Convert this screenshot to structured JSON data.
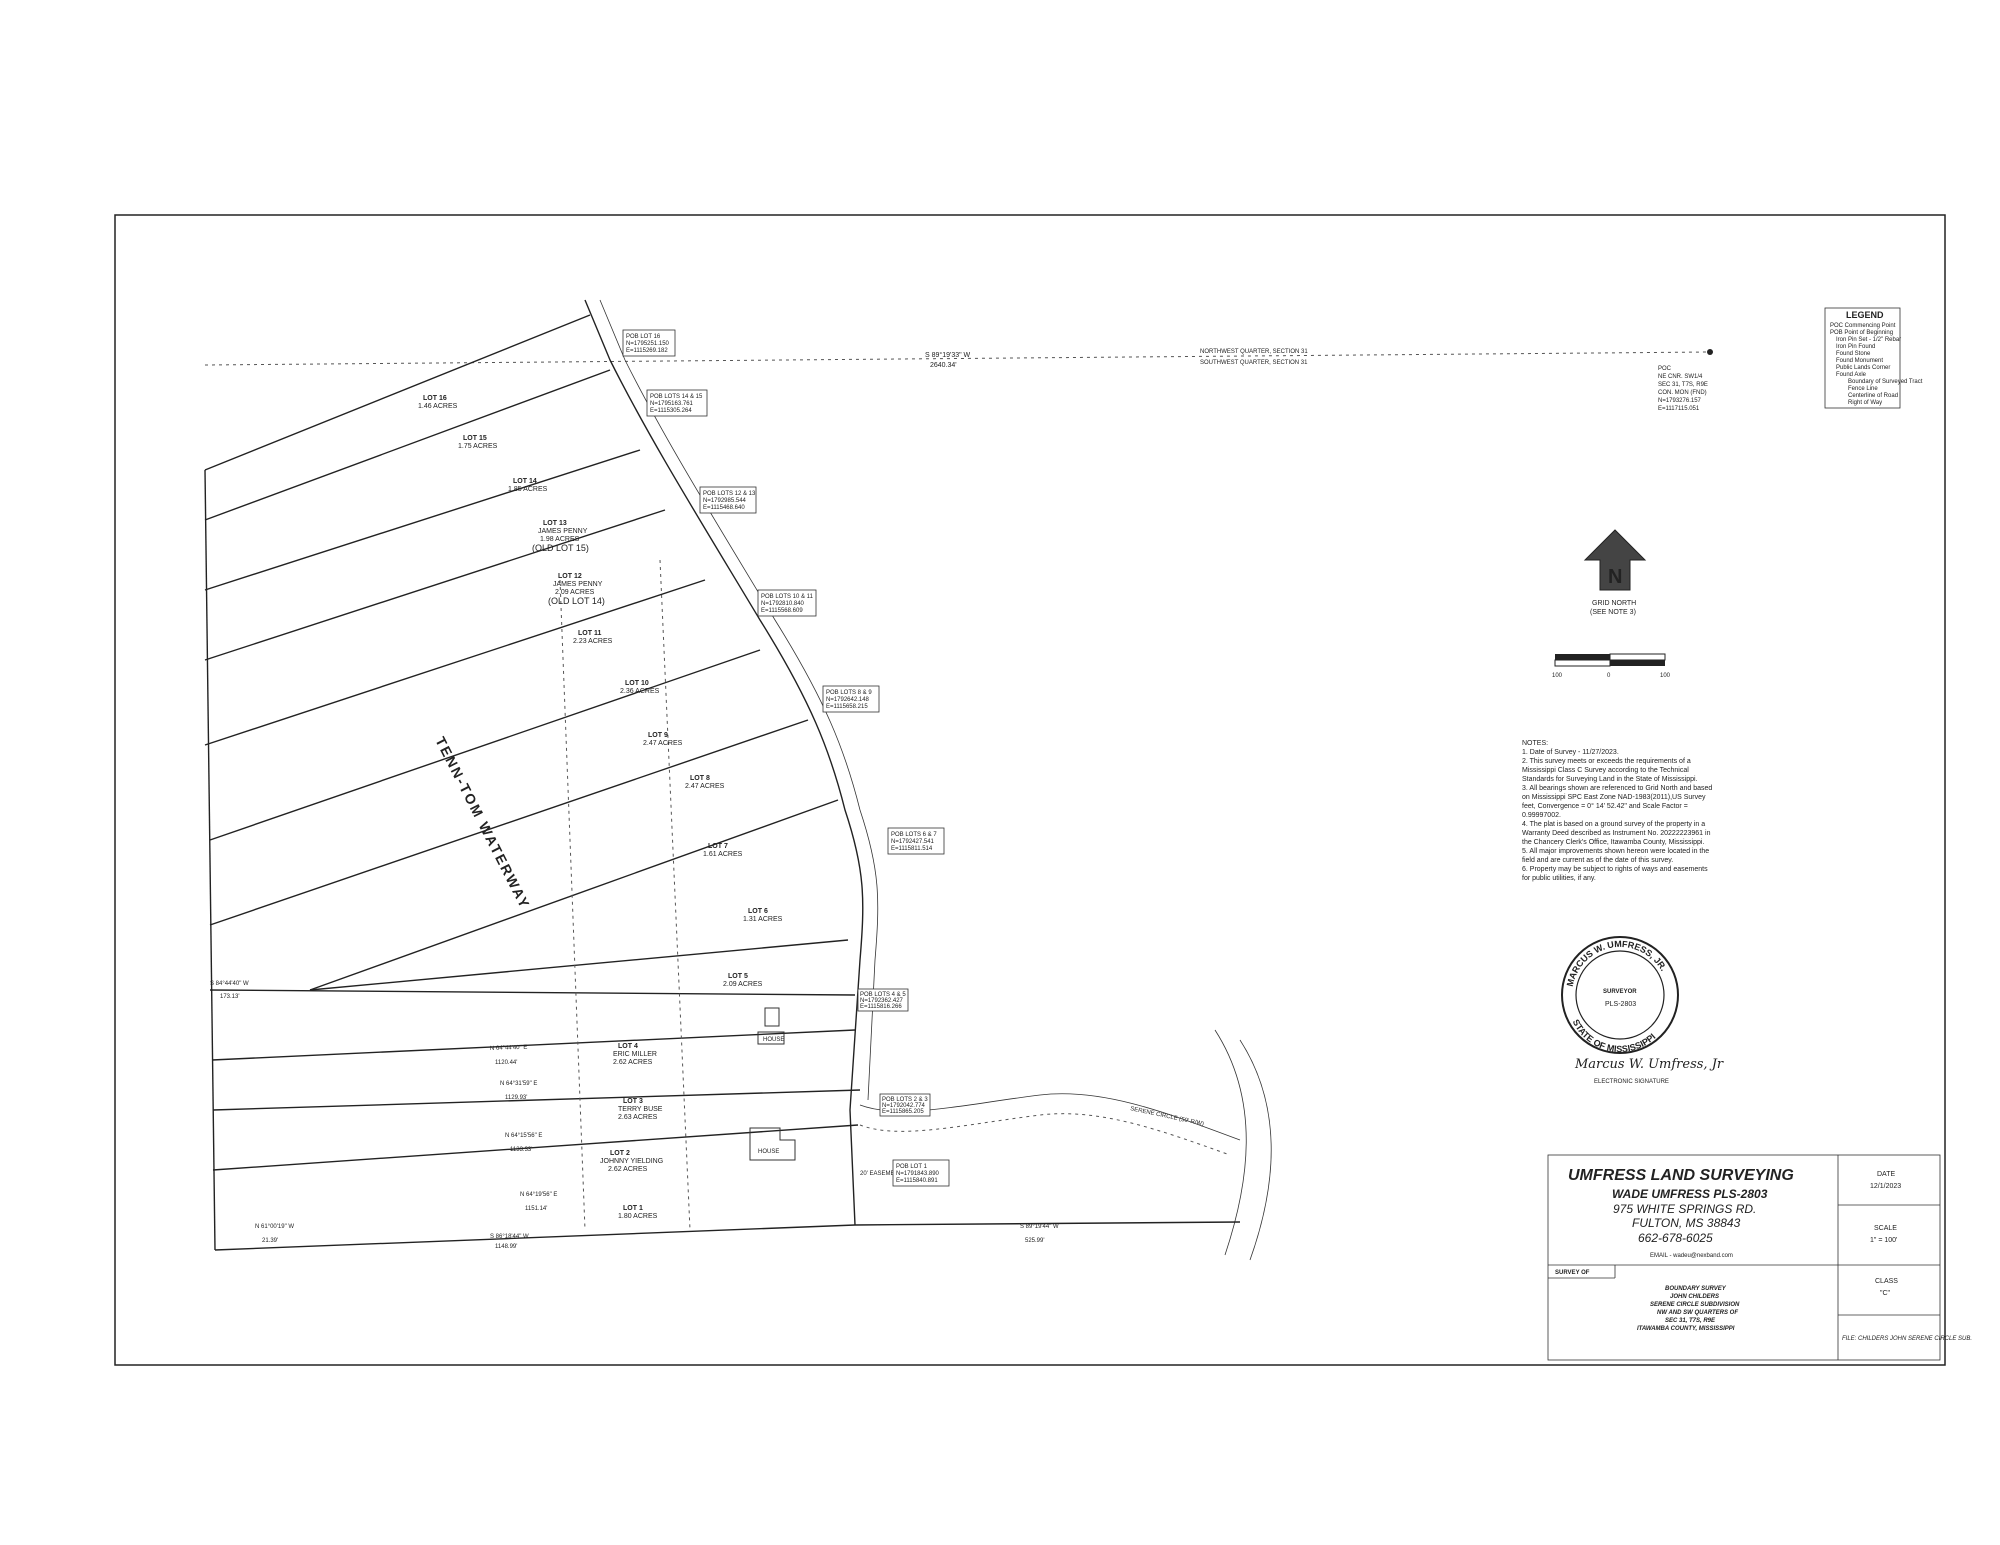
{
  "title_block": {
    "company": "UMFRESS LAND SURVEYING",
    "surveyor": "WADE UMFRESS PLS-2803",
    "address1": "975 WHITE SPRINGS RD.",
    "address2": "FULTON, MS 38843",
    "phone": "662-678-6025",
    "email": "EMAIL - wadeu@nexband.com",
    "survey_of_label": "SURVEY OF",
    "description": [
      "BOUNDARY SURVEY",
      "JOHN CHILDERS",
      "SERENE CIRCLE SUBDIVISION",
      "NW AND SW QUARTERS OF",
      "SEC 31, T7S, R9E",
      "ITAWAMBA COUNTY, MISSISSIPPI"
    ],
    "date_label": "DATE",
    "date": "12/1/2023",
    "scale_label": "SCALE",
    "scale": "1\" = 100'",
    "class_label": "CLASS",
    "class": "\"C\"",
    "file": "FILE: CHILDERS JOHN SERENE CIRCLE SUB."
  },
  "legend": {
    "title": "LEGEND",
    "items": [
      "POC Commencing Point",
      "POB Point of Beginning",
      "Iron Pin Set - 1/2\" Rebar",
      "Iron Pin Found",
      "Found Stone",
      "Found Monument",
      "Public Lands Corner",
      "Found Axle",
      "Boundary of Surveyed Tract",
      "Fence Line",
      "Centerline of Road",
      "Right of Way"
    ]
  },
  "north_arrow": {
    "letter": "N",
    "label1": "GRID NORTH",
    "label2": "(SEE NOTE 3)"
  },
  "scale_bar": {
    "labels": [
      "100",
      "0",
      "100"
    ]
  },
  "notes": {
    "title": "NOTES:",
    "lines": [
      "1. Date of Survey - 11/27/2023.",
      "2. This survey meets or exceeds the requirements of a",
      "Mississippi Class C Survey according to the Technical",
      "Standards for Surveying Land in the State of Mississippi.",
      "3. All bearings shown are referenced to Grid North and based",
      "on Mississippi SPC East Zone NAD-1983(2011),US Survey",
      "feet, Convergence = 0° 14' 52.42\" and Scale Factor =",
      "0.99997002.",
      "4. The plat is based on a ground survey of the property in a",
      "Warranty Deed described as Instrument No. 20222223961 in",
      "the Chancery Clerk's Office, Itawamba County, Mississippi.",
      "5. All major improvements shown hereon were located in the",
      "field and are current as of the date of this survey.",
      "6. Property may be subject to rights of ways and easements",
      "for public utilities, if any."
    ]
  },
  "seal": {
    "name": "MARCUS W. UMFRESS, JR.",
    "state": "STATE OF MISSISSIPPI",
    "role": "SURVEYOR",
    "license": "PLS-2803",
    "signature": "Marcus W. Umfress, Jr",
    "sig_label": "ELECTRONIC SIGNATURE"
  },
  "section_line": {
    "bearing": "S 89°19'33\" W",
    "distance": "2640.34'",
    "north_label": "NORTHWEST QUARTER, SECTION 31",
    "south_label": "SOUTHWEST QUARTER, SECTION 31"
  },
  "poc": [
    "POC",
    "NE CNR. SW1/4",
    "SEC 31, T7S, R9E",
    "CON. MON (FND)",
    "N=1793276.157",
    "E=1117115.051"
  ],
  "pob_boxes": [
    [
      "POB LOT 16",
      "N=1795251.150",
      "E=1115269.182"
    ],
    [
      "POB LOTS 14 & 15",
      "N=1795163.761",
      "E=1115305.264"
    ],
    [
      "POB LOTS 12 & 13",
      "N=1792985.544",
      "E=1115468.640"
    ],
    [
      "POB LOTS 10 & 11",
      "N=1792810.840",
      "E=1115568.609"
    ],
    [
      "POB LOTS 8 & 9",
      "N=1792642.148",
      "E=1115658.215"
    ],
    [
      "POB LOTS 6 & 7",
      "N=1792427.541",
      "E=1115811.514"
    ],
    [
      "POB LOTS 4 & 5",
      "N=1792362.427",
      "E=1115816.266"
    ],
    [
      "POB LOTS 2 & 3",
      "N=1792042.774",
      "E=1115865.205"
    ],
    [
      "POB LOT 1",
      "N=1791843.890",
      "E=1115840.891"
    ]
  ],
  "lots": [
    [
      "LOT 16",
      "1.46 ACRES"
    ],
    [
      "LOT 15",
      "1.75 ACRES"
    ],
    [
      "LOT 14",
      "1.85 ACRES"
    ],
    [
      "LOT 13",
      "JAMES PENNY",
      "1.98 ACRES",
      "(OLD LOT 15)"
    ],
    [
      "LOT 12",
      "JAMES PENNY",
      "2.09 ACRES",
      "(OLD LOT 14)"
    ],
    [
      "LOT 11",
      "2.23 ACRES"
    ],
    [
      "LOT 10",
      "2.36 ACRES"
    ],
    [
      "LOT 9",
      "2.47 ACRES"
    ],
    [
      "LOT 8",
      "2.47 ACRES"
    ],
    [
      "LOT 7",
      "1.61 ACRES"
    ],
    [
      "LOT 6",
      "1.31 ACRES"
    ],
    [
      "LOT 5",
      "2.09 ACRES"
    ],
    [
      "LOT 4",
      "ERIC MILLER",
      "2.62 ACRES"
    ],
    [
      "LOT 3",
      "TERRY BUSE",
      "2.63 ACRES"
    ],
    [
      "LOT 2",
      "JOHNNY YIELDING",
      "2.62 ACRES"
    ],
    [
      "LOT 1",
      "1.80 ACRES"
    ]
  ],
  "waterway": "TENN-TOM WATERWAY",
  "house_label": "HOUSE",
  "lot_line_labels": [
    [
      "N 64°44'40\" E",
      "1120.44'"
    ],
    [
      "N 64°31'59\" E",
      "1129.93'"
    ],
    [
      "N 64°15'56\" E",
      "1133.33'"
    ],
    [
      "N 64°19'56\" E",
      "1151.14'"
    ]
  ],
  "south_line": {
    "bearing1": "N 61°00'19\" W",
    "dist1": "21.39'",
    "bearing2": "S 86°18'44\" W",
    "dist2": "1148.99'",
    "bearing3": "S 89°19'44\" W",
    "dist3": "525.99'"
  },
  "left_line": {
    "bearing": "S 84°44'40\" W",
    "dist": "173.13'"
  },
  "easement": "20' EASEMENT",
  "road_label": "SERENE CIRCLE (50' R/W)"
}
